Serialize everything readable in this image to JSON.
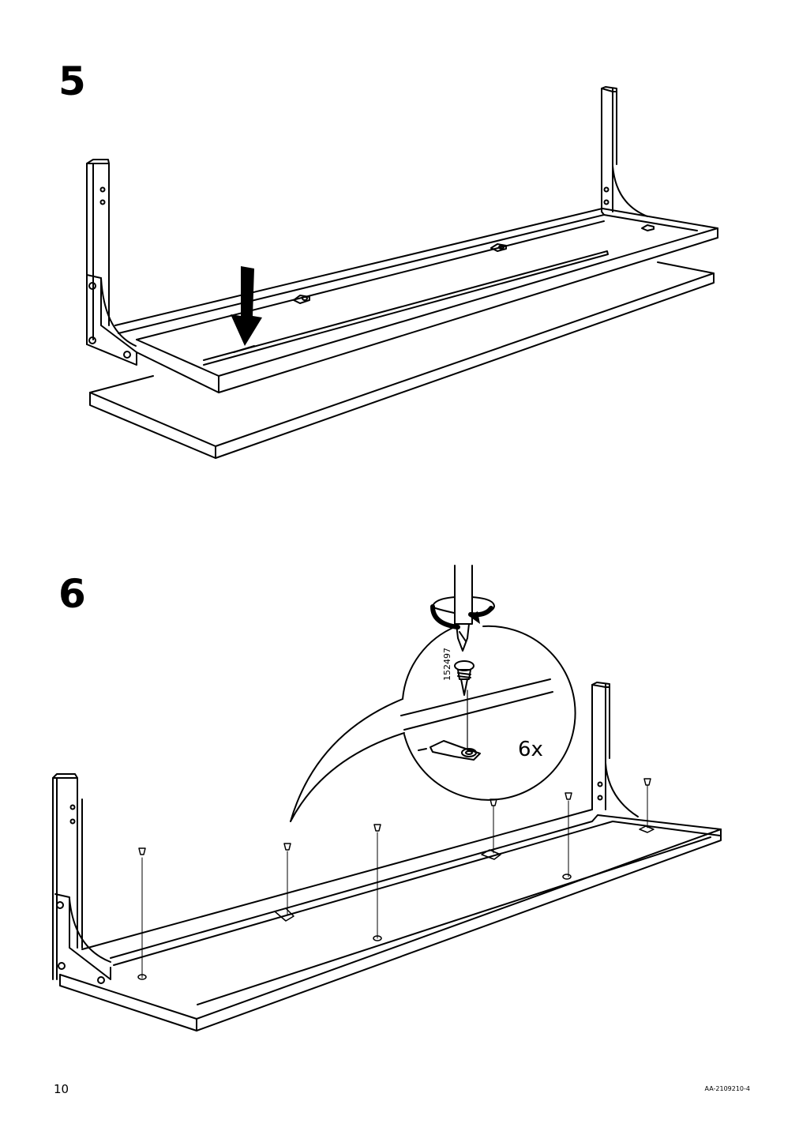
{
  "steps": [
    {
      "number": "5"
    },
    {
      "number": "6",
      "quantity": "6x",
      "part_number": "152497"
    }
  ],
  "footer": {
    "page_number": "10",
    "document_code": "AA-2109210-4"
  }
}
